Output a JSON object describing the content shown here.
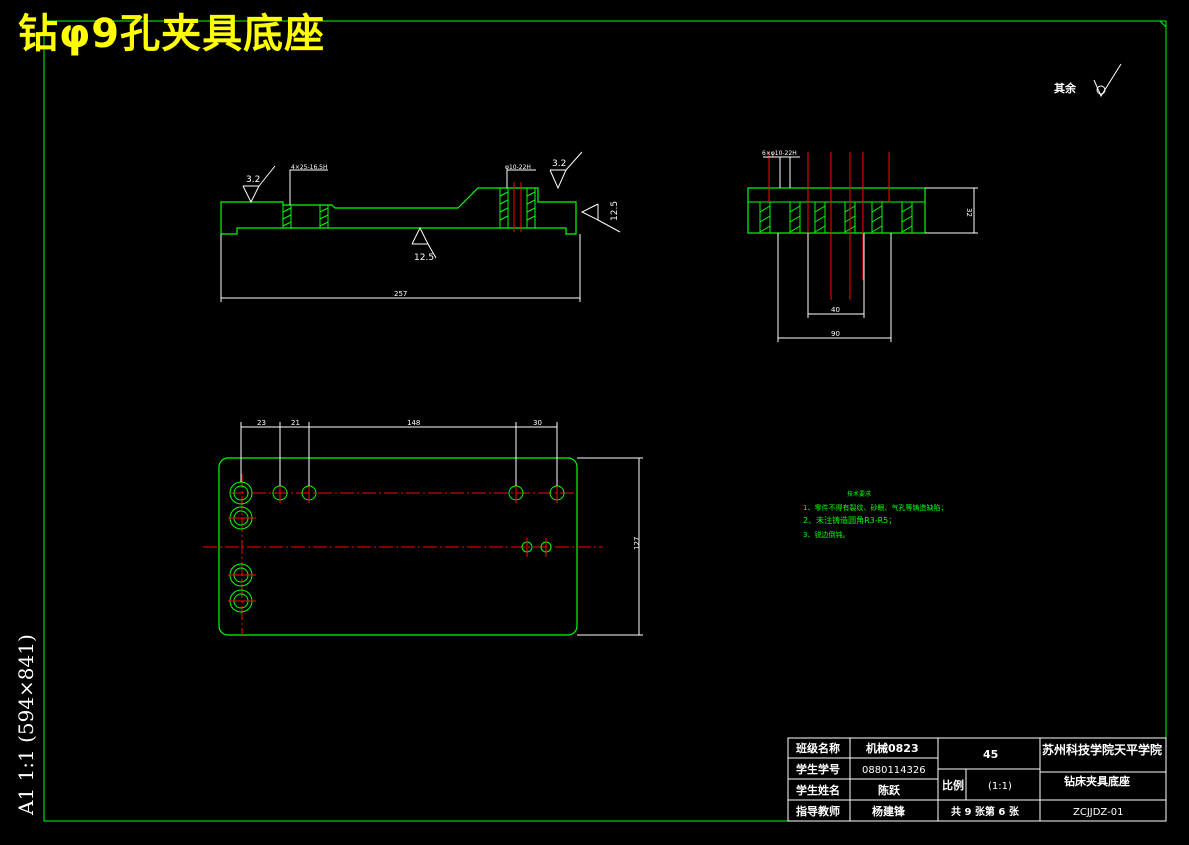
{
  "title": "钻φ9孔夹具底座",
  "sheet_label": "A1  1:1  (594×841)",
  "roughness_note": {
    "label": "其余"
  },
  "colors": {
    "outline": "#00ff00",
    "centerline": "#ff0000",
    "dimension": "#ffffff",
    "title": "#ffff00",
    "notes": "#00ff00",
    "border": "#00ff00"
  },
  "front_view": {
    "roughness_left": "3.2",
    "roughness_right": "3.2",
    "roughness_side": "12.5",
    "roughness_bottom": "12.5",
    "hole_left_callout": "4×25-16.5H",
    "hole_right_callout": "φ10-22H",
    "length_dim": "257"
  },
  "side_view": {
    "callout": "6×φ10-22H",
    "height_dim": "32",
    "width_inner": "40",
    "width_outer": "90"
  },
  "plan_view": {
    "dim_1": "23",
    "dim_2": "21",
    "dim_3": "148",
    "dim_4": "30",
    "height_dim": "127"
  },
  "tech_notes": {
    "heading": "技术要求",
    "lines": [
      "1、零件不得有裂纹、砂眼、气孔等铸造缺陷；",
      "2、未注铸造圆角R3-R5；",
      "3、锐边倒钝。"
    ]
  },
  "title_block": {
    "class_label": "班级名称",
    "class_value": "机械0823",
    "id_label": "学生学号",
    "id_value": "0880114326",
    "name_label": "学生姓名",
    "name_value": "陈跃",
    "teacher_label": "指导教师",
    "teacher_value": "杨建锋",
    "material": "45",
    "scale_label": "比例",
    "scale_value": "(1:1)",
    "sheet_count": "共 9 张第 6 张",
    "school": "苏州科技学院天平学院",
    "part_name": "钻床夹具底座",
    "drawing_no": "ZCJJDZ-01"
  }
}
